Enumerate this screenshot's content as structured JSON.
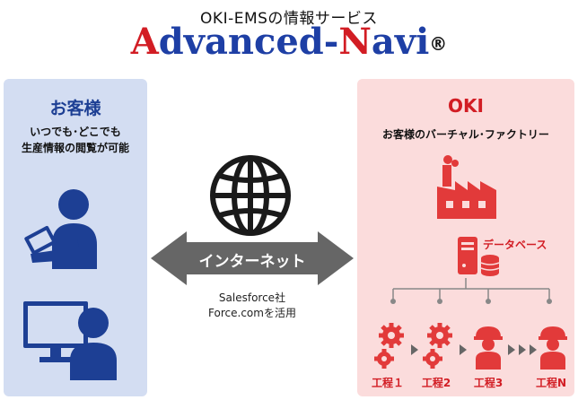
{
  "header": {
    "subtitle": "OKI-EMSの情報サービス",
    "brand": {
      "a_initial": "A",
      "a_rest": "dvanced",
      "dash": "-",
      "n_initial": "N",
      "n_rest": "avi",
      "reg": "®"
    }
  },
  "left_panel": {
    "title": "お客様",
    "line1": "いつでも･どこでも",
    "line2": "生産情報の閲覧が可能",
    "icons": [
      "user-tablet-icon",
      "monitor-user-icon"
    ]
  },
  "center": {
    "globe_icon": "globe-icon",
    "arrow_label": "インターネット",
    "caption_line1": "Salesforce社",
    "caption_line2": "Force.comを活用"
  },
  "right_panel": {
    "title": "OKI",
    "subtitle": "お客様のバーチャル･ファクトリー",
    "factory_icon": "factory-icon",
    "database_label": "データベース",
    "processes": [
      "工程１",
      "工程2",
      "工程3",
      "工程N"
    ]
  },
  "colors": {
    "brand_blue": "#1e3fa5",
    "brand_red": "#d21d24",
    "left_bg": "#d3ddf2",
    "right_bg": "#fbdcdc",
    "navy_icon": "#1d3f94",
    "arrow_gray": "#666666"
  }
}
